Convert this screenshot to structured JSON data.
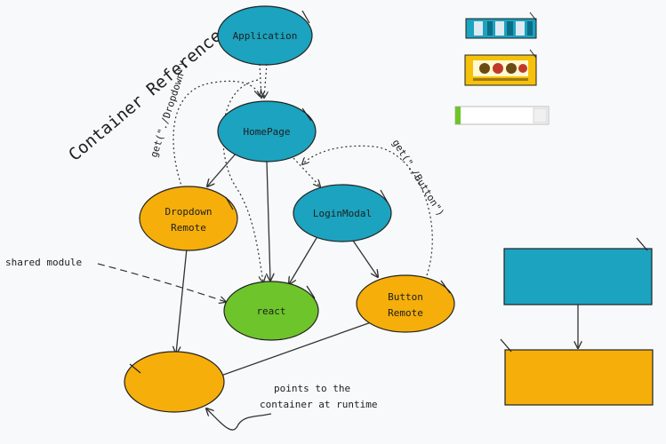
{
  "title": "Container Reference",
  "nodes": {
    "application": "Application",
    "homepage": "HomePage",
    "dropdown_remote": [
      "Dropdown",
      "Remote"
    ],
    "login_modal": "LoginModal",
    "react": "react",
    "button_remote": [
      "Button",
      "Remote"
    ]
  },
  "edge_labels": {
    "get_dropdown": "get(\"./Dropdown\")",
    "get_button": "get(\"./Button\")"
  },
  "notes": {
    "shared_module": "shared module",
    "points_line1": "points to the",
    "points_line2": "container at runtime"
  },
  "colors": {
    "blue": "#1ba3bf",
    "orange": "#f5ae0a",
    "green": "#6ec42b",
    "stroke": "#222222",
    "background": "#f8f9fa"
  }
}
